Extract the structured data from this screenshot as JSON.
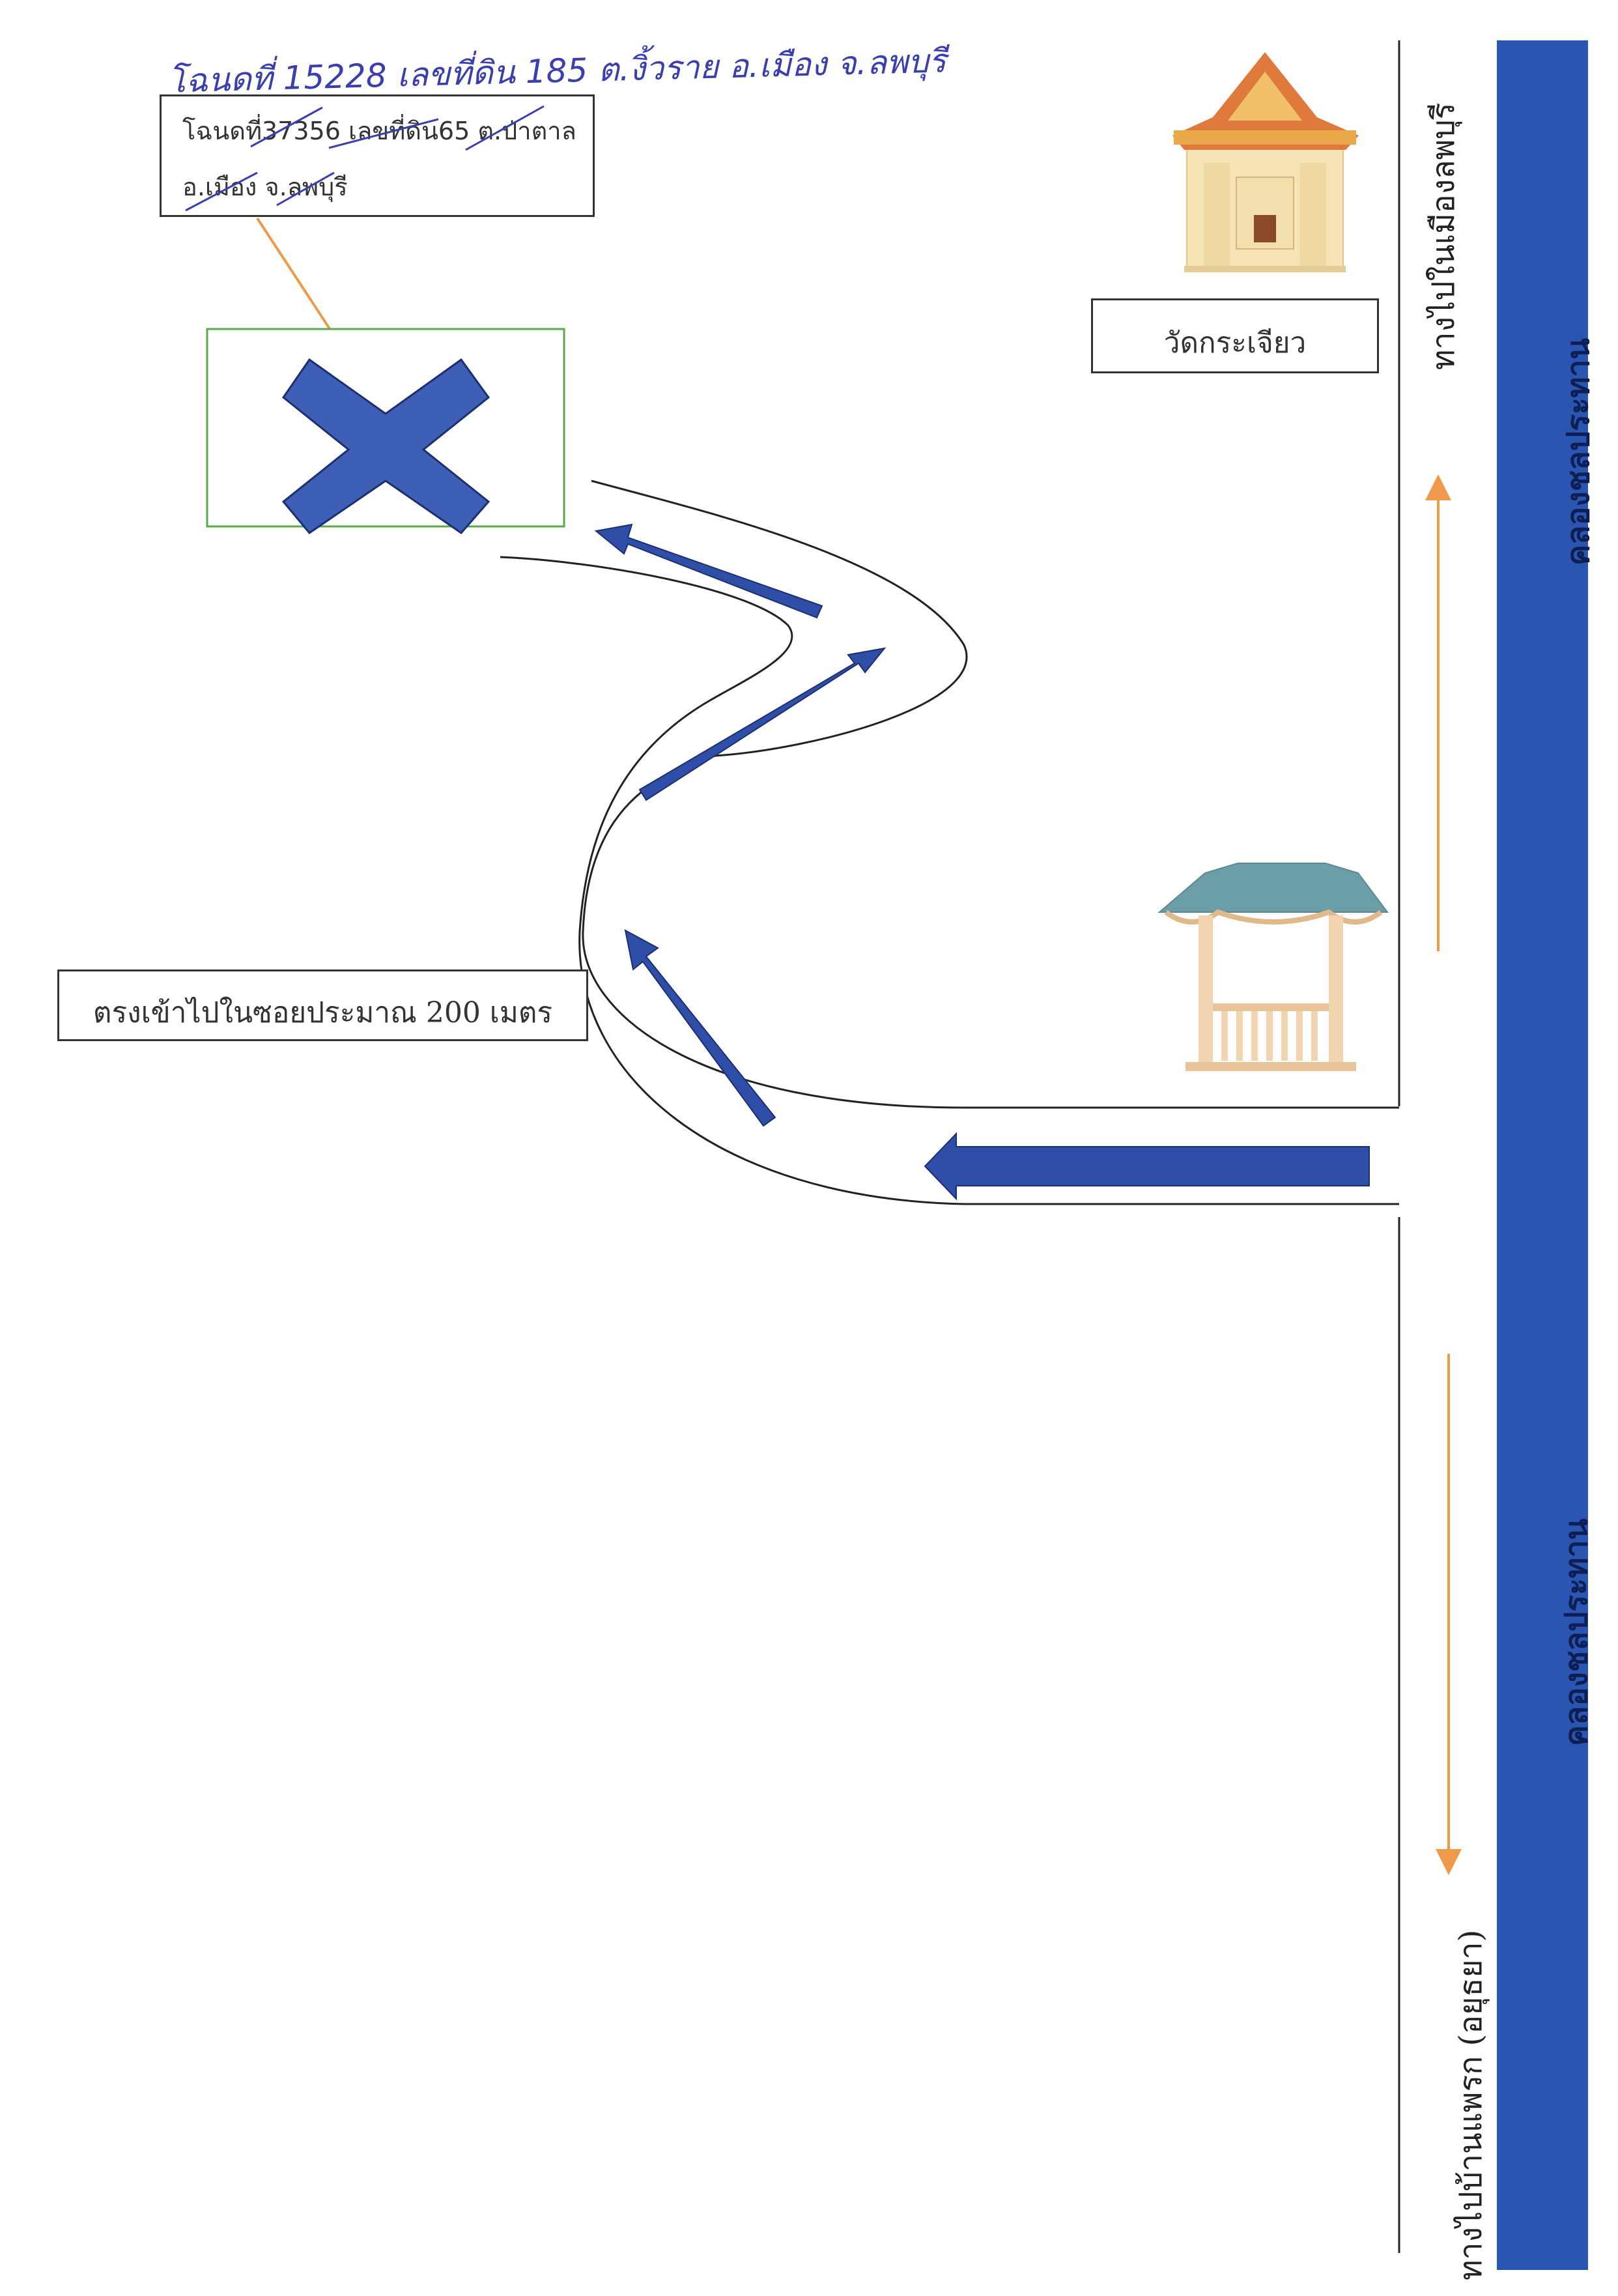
{
  "handwritten_note": "โฉนดที่ 15228 เลขที่ดิน 185 ต.งิ้วราย อ.เมือง จ.ลพบุรี",
  "old_deed_box": {
    "line1": "โฉนดที่37356 เลขที่ดิน65 ต.ป่าตาล",
    "line2": "อ.เมือง จ.ลพบุรี"
  },
  "temple_label": "วัดกระเจียว",
  "soi_distance_label": "ตรงเข้าไปในซอยประมาณ 200 เมตร",
  "direction_top": "ทางไปในเมืองลพบุรี",
  "direction_bottom": "ทางไปบ้านแพรก (อยุธยา)",
  "canal_label_top": "คลองชลประทาน",
  "canal_label_bottom": "คลองชลประทาน",
  "colors": {
    "canal": "#2a55b0",
    "arrow": "#2e4ea8",
    "cross": "#3d5fb5",
    "orange_arrow": "#ee9a4a",
    "target_frame": "#5aa84a",
    "handwriting": "#3a3fb0"
  },
  "icons": [
    "temple-icon",
    "pavilion-icon",
    "target-cross-icon"
  ]
}
